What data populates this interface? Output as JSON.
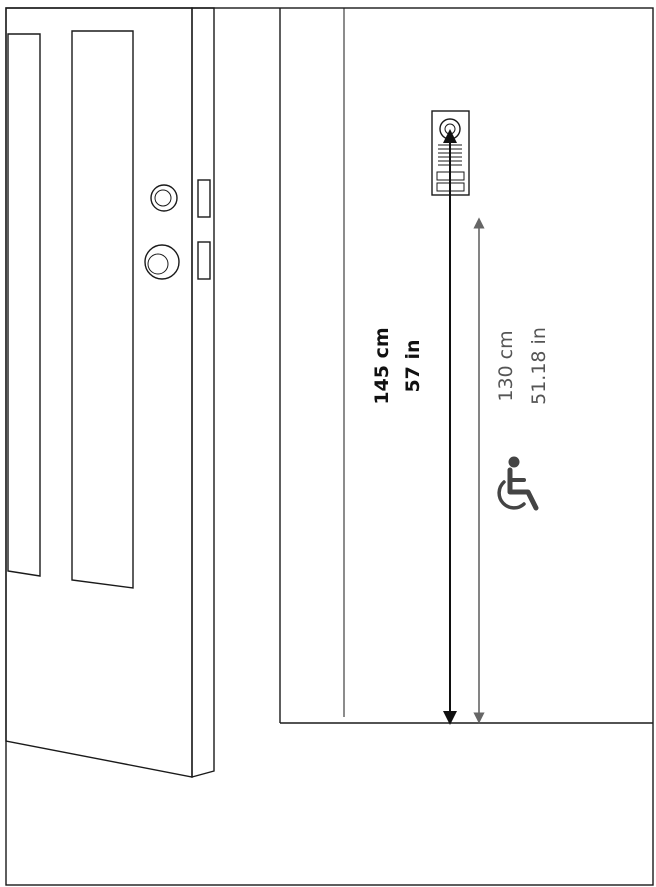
{
  "measurements": {
    "primary": {
      "metric": "145 cm",
      "imperial": "57 in",
      "color": "#111111"
    },
    "accessible": {
      "metric": "130 cm",
      "imperial": "51.18 in",
      "color": "#555555"
    }
  },
  "accessibility_symbol": "wheelchair-icon"
}
